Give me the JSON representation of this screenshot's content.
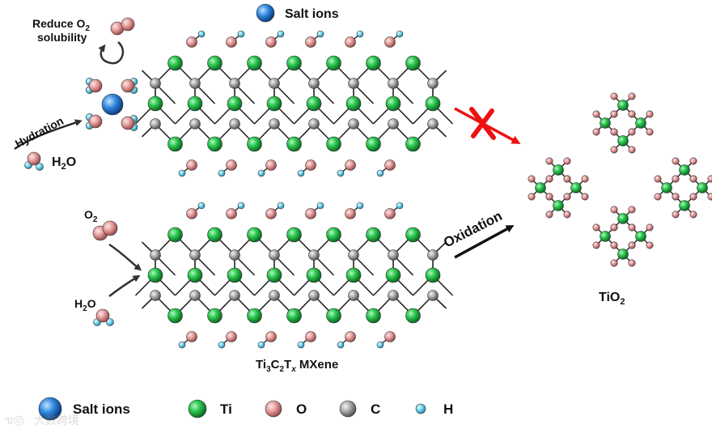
{
  "labels": {
    "salt_ions_top": "Salt ions",
    "reduce_line1": "Reduce O",
    "reduce_sub": "2",
    "reduce_line2": "solubility",
    "hydration": "Hydration",
    "h2o_left": "H",
    "h2o_left_sub": "2",
    "h2o_left_end": "O",
    "o2_label": "O",
    "o2_sub": "2",
    "h2o_bottom": "H",
    "h2o_bottom_sub": "2",
    "h2o_bottom_end": "O",
    "oxidation": "Oxidation",
    "tio2": "TiO",
    "tio2_sub": "2",
    "mxene_ti": "Ti",
    "mxene_3": "3",
    "mxene_c": "C",
    "mxene_2": "2",
    "mxene_t": "T",
    "mxene_x": "x",
    "mxene_rest": " MXene",
    "watermark": "大数跨境"
  },
  "legend": [
    {
      "label": "Salt ions",
      "color": "#2f7fd6"
    },
    {
      "label": "Ti",
      "color": "#27c24c"
    },
    {
      "label": "O",
      "color": "#e89a9a"
    },
    {
      "label": "C",
      "color": "#a8a8a8"
    },
    {
      "label": "H",
      "color": "#6fd6f0"
    }
  ],
  "colors": {
    "ti": "#27c24c",
    "o": "#e8a0a0",
    "c": "#aaaaaa",
    "h": "#7ad8f2",
    "salt": "#2f7fd6",
    "blocked_cross": "#ee1111",
    "arrow": "#111111"
  }
}
